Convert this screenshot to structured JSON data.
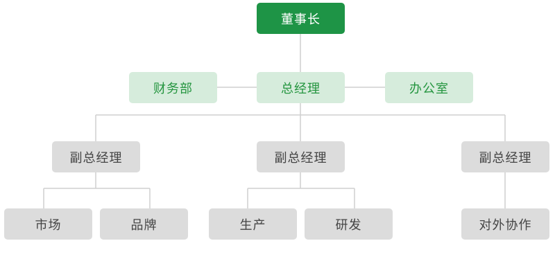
{
  "org_chart": {
    "root": "董事长",
    "staff": [
      "财务部",
      "总经理",
      "办公室"
    ],
    "deputies": [
      {
        "label": "副总经理",
        "departments": [
          "市场",
          "品牌"
        ]
      },
      {
        "label": "副总经理",
        "departments": [
          "生产",
          "研发"
        ]
      },
      {
        "label": "副总经理",
        "departments": [
          "对外协作"
        ]
      }
    ]
  },
  "colors": {
    "root_bg": "#1e9446",
    "staff_bg": "#d6ecdc",
    "staff_text": "#24953f",
    "node_bg": "#dcdcdc",
    "node_text": "#444444",
    "connector": "#cfcfcf"
  }
}
